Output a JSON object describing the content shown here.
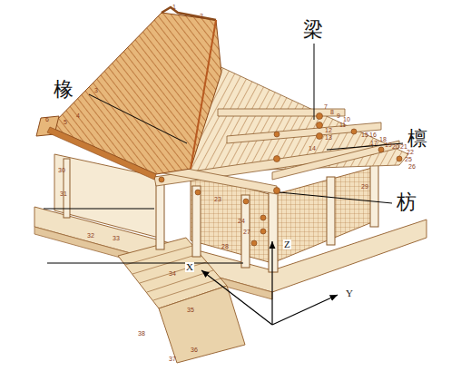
{
  "diagram": {
    "labels": [
      "梁",
      "椽",
      "檩",
      "枋",
      "Z",
      "X",
      "Y",
      "1",
      "2",
      "3",
      "4",
      "5",
      "6",
      "7",
      "8",
      "9",
      "10",
      "11",
      "12",
      "13",
      "14",
      "15",
      "16",
      "17",
      "18",
      "19",
      "20",
      "21",
      "22",
      "23",
      "24",
      "25",
      "26",
      "27",
      "28",
      "29",
      "30",
      "31",
      "32",
      "33",
      "34",
      "35",
      "36",
      "37",
      "38"
    ]
  }
}
